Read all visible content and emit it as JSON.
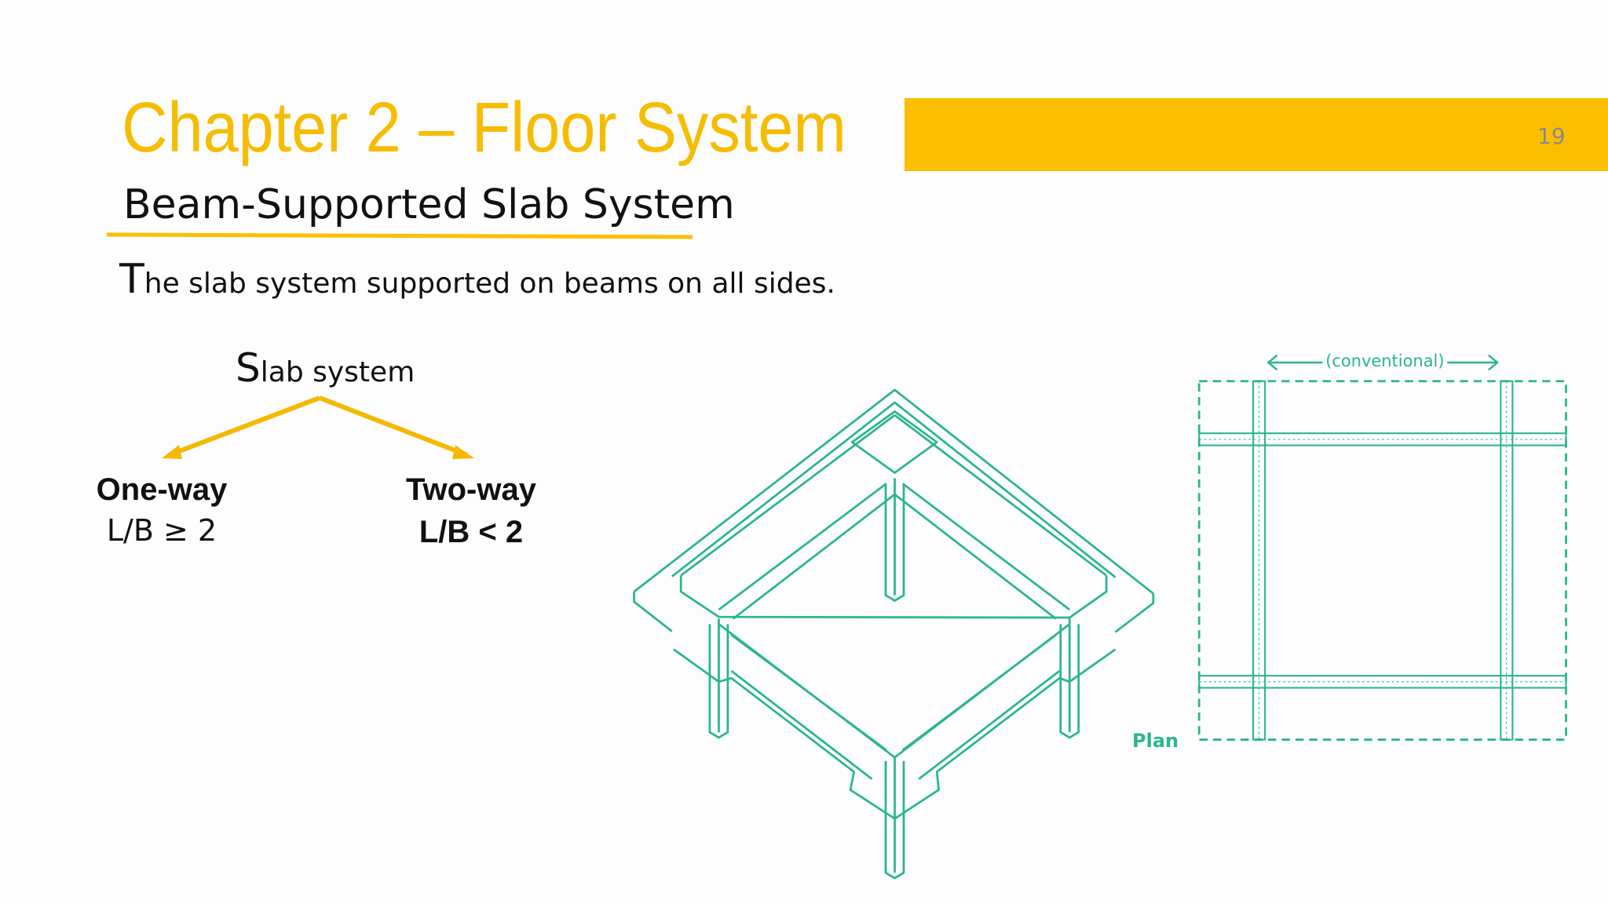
{
  "slide": {
    "title": "Chapter 2 – Floor System",
    "page_number": "19",
    "subtitle": "Beam-Supported Slab System",
    "body_first_letter": "T",
    "body_rest": "he slab system supported on beams on all sides.",
    "tree": {
      "root_first_letter": "S",
      "root_rest": "lab system",
      "branches": [
        {
          "label": "One-way",
          "condition": "L/B ≥ 2"
        },
        {
          "label": "Two-way",
          "condition": "L/B < 2"
        }
      ]
    },
    "figure": {
      "span_label": "(conventional)",
      "plan_label": "Plan"
    }
  },
  "colors": {
    "accent": "#fbbf00",
    "title": "#f6bc00",
    "drawing": "#2bb591"
  }
}
